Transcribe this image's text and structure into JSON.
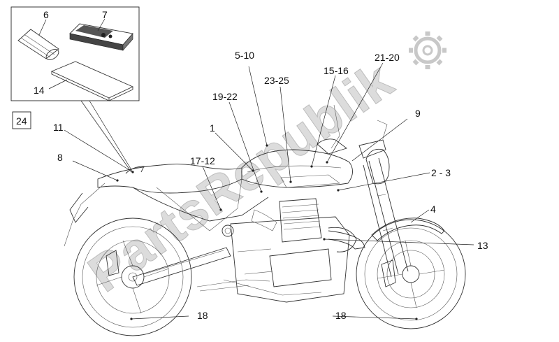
{
  "watermark": "PartsRepublik",
  "box_label": "24",
  "callouts": [
    {
      "id": "c6",
      "text": "6"
    },
    {
      "id": "c7",
      "text": "7"
    },
    {
      "id": "c14",
      "text": "14"
    },
    {
      "id": "c11",
      "text": "11"
    },
    {
      "id": "c8",
      "text": "8"
    },
    {
      "id": "c1",
      "text": "1"
    },
    {
      "id": "c5_10",
      "text": "5-10"
    },
    {
      "id": "c19_22",
      "text": "19-22"
    },
    {
      "id": "c23_25",
      "text": "23-25"
    },
    {
      "id": "c15_16",
      "text": "15-16"
    },
    {
      "id": "c21_20",
      "text": "21-20"
    },
    {
      "id": "c9",
      "text": "9"
    },
    {
      "id": "c17_12",
      "text": "17-12"
    },
    {
      "id": "c2_3",
      "text": "2 - 3"
    },
    {
      "id": "c4",
      "text": "4"
    },
    {
      "id": "c13",
      "text": "13"
    },
    {
      "id": "c18a",
      "text": "18"
    },
    {
      "id": "c18b",
      "text": "18"
    }
  ],
  "colors": {
    "line": "#222222",
    "watermark": "#d9d9d9",
    "background": "#ffffff"
  },
  "icons": {
    "watermark_gear": "gear-icon"
  }
}
